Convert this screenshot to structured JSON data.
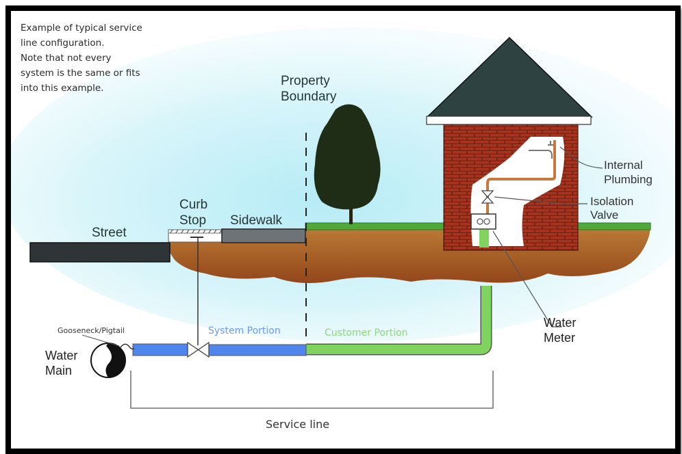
{
  "note": {
    "lines": [
      "Example of typical service",
      "line configuration.",
      "Note that not every",
      "system is the same or fits",
      "into this example."
    ]
  },
  "labels": {
    "property_boundary": [
      "Property",
      "Boundary"
    ],
    "street": "Street",
    "curb_stop": [
      "Curb",
      "Stop"
    ],
    "sidewalk": "Sidewalk",
    "internal_plumbing": [
      "Internal",
      "Plumbing"
    ],
    "isolation_valve": [
      "Isolation",
      "Valve"
    ],
    "water_meter": [
      "Water",
      "Meter"
    ],
    "water_main": [
      "Water",
      "Main"
    ],
    "gooseneck": "Gooseneck/Pigtail",
    "system_portion": "System Portion",
    "customer_portion": "Customer Portion",
    "service_line": "Service line"
  },
  "colors": {
    "system_pipe": "#4f86ec",
    "customer_pipe": "#7fd35e",
    "internal_pipe": "#c8773f",
    "soil": "#a9571c",
    "brick": "#8e2a1a",
    "roof": "#2f4242",
    "street": "#2f3436",
    "sidewalk": "#6d7376",
    "grass": "#4ea83a",
    "tree": "#1f2d17",
    "sky": "#b6ecf6"
  }
}
